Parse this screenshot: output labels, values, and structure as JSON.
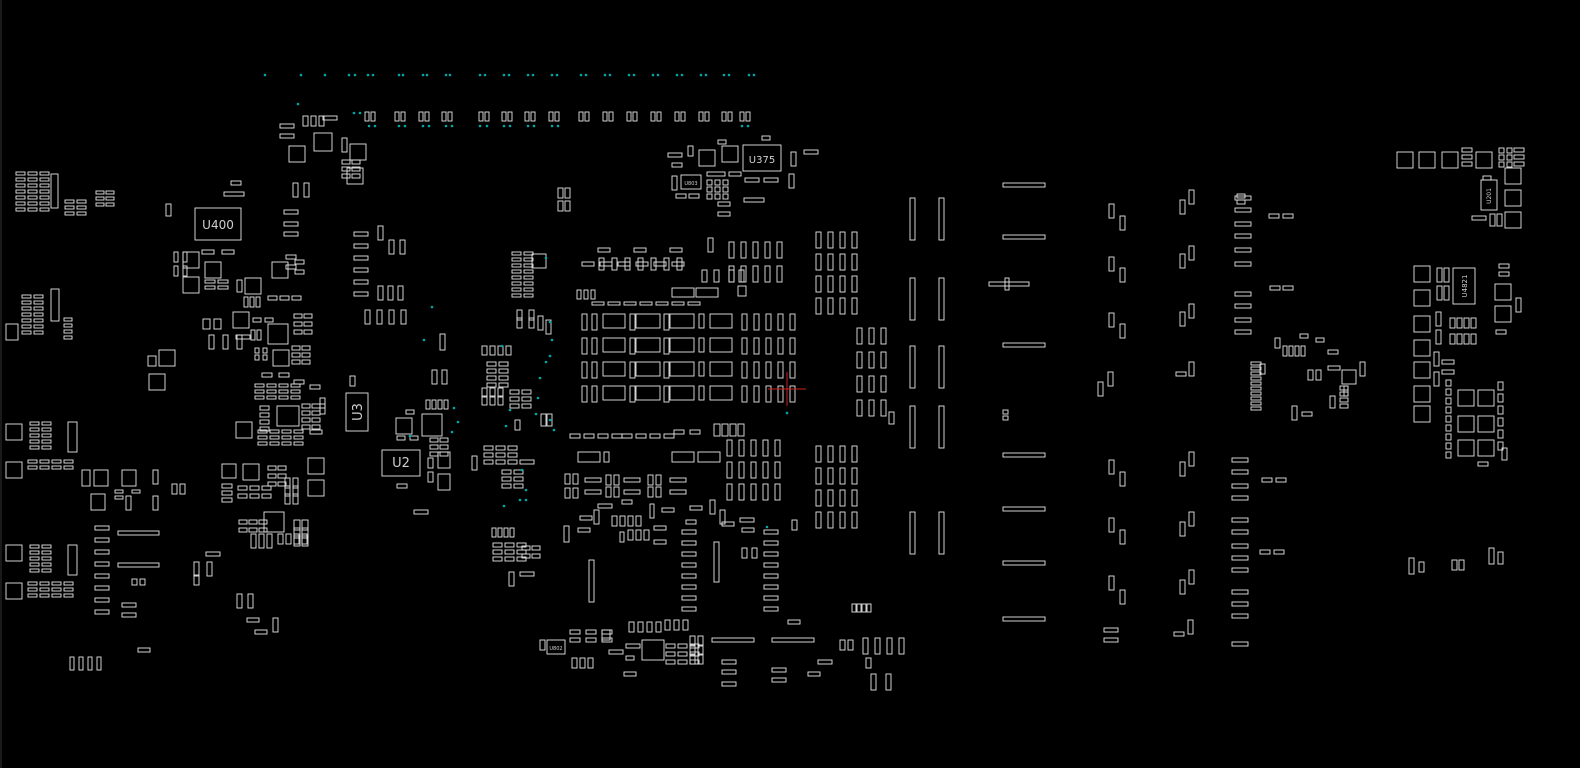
{
  "board": {
    "labels": [
      "U400",
      "U375",
      "U3",
      "U2",
      "U4821",
      "U201",
      "U802",
      "U803"
    ],
    "accent": "#00a8a8",
    "outline": "#e6e6e6",
    "marker": "#cc2222"
  }
}
